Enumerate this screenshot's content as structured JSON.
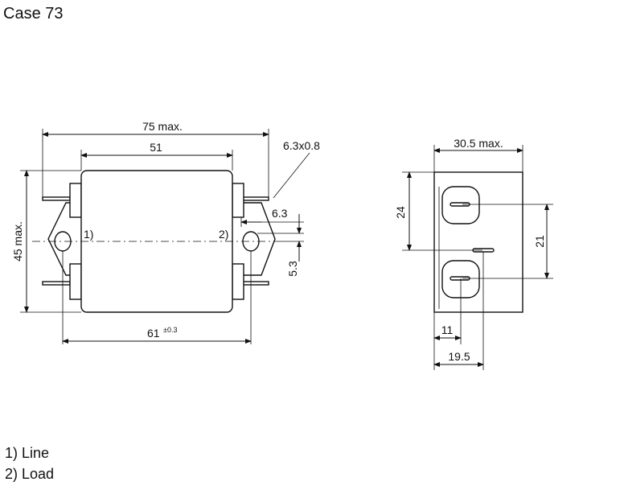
{
  "title": "Case 73",
  "front_view": {
    "dim_overall": "75 max.",
    "dim_body": "51",
    "dim_tab": "6.3x0.8",
    "dim_height": "45 max.",
    "dim_tab_width": "6.3",
    "dim_offset": "5.3",
    "dim_mount": "61",
    "dim_mount_tol": "±0.3",
    "marker_1": "1)",
    "marker_2": "2)"
  },
  "side_view": {
    "dim_depth": "30.5 max.",
    "dim_24": "24",
    "dim_21": "21",
    "dim_11": "11",
    "dim_19_5": "19.5"
  },
  "legend": [
    "1) Line",
    "2) Load"
  ]
}
